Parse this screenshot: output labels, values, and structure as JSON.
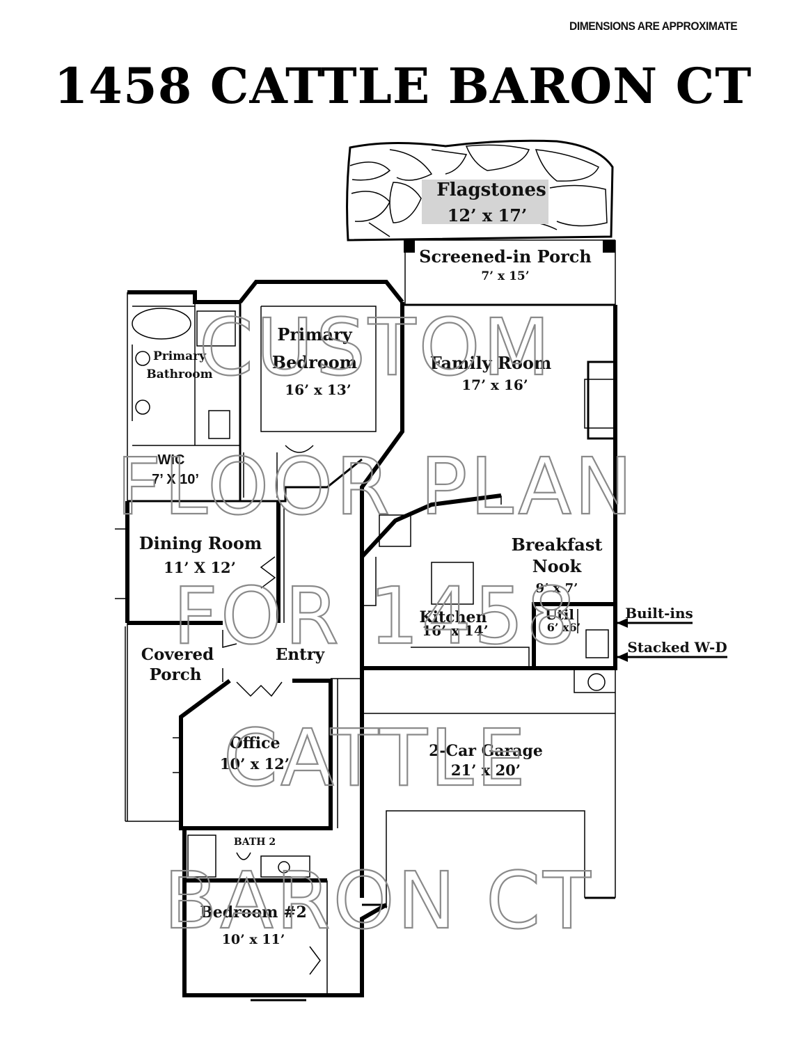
{
  "header": {
    "disclaimer": "DIMENSIONS ARE APPROXIMATE",
    "title": "1458 CATTLE BARON CT"
  },
  "rooms": {
    "flagstones": {
      "name": "Flagstones",
      "size": "12’ x 17’"
    },
    "screened_porch": {
      "name": "Screened-in Porch",
      "size": "7’ x 15’"
    },
    "primary_bathroom": {
      "name_line1": "Primary",
      "name_line2": "Bathroom"
    },
    "primary_bedroom": {
      "name_line1": "Primary",
      "name_line2": "Bedroom",
      "size": "16’ x 13’"
    },
    "family_room": {
      "name": "Family Room",
      "size": "17’ x 16’"
    },
    "wic": {
      "name": "WIC",
      "size": "7’ X 10’"
    },
    "dining_room": {
      "name": "Dining Room",
      "size": "11’ X 12’"
    },
    "breakfast_nook": {
      "name_line1": "Breakfast",
      "name_line2": "Nook",
      "size": "9’ x 7’"
    },
    "kitchen": {
      "name": "Kitchen",
      "size": "16’ x 14’"
    },
    "util": {
      "name": "Util",
      "size": "6’ x6’"
    },
    "covered_porch": {
      "name_line1": "Covered",
      "name_line2": "Porch"
    },
    "entry": {
      "name": "Entry"
    },
    "office": {
      "name": "Office",
      "size": "10’ x 12’"
    },
    "garage": {
      "name": "2-Car Garage",
      "size": "21’ x 20’"
    },
    "bath2": {
      "name": "BATH 2"
    },
    "bedroom2": {
      "name": "Bedroom #2",
      "size": "10’ x 11’"
    }
  },
  "callouts": {
    "builtins": "Built-ins",
    "stacked_wd": "Stacked W-D"
  },
  "watermark": {
    "line1": "CUSTOM",
    "line2": "FLOOR PLAN",
    "line3": "FOR 1458",
    "line4": "CATTLE",
    "line5": "BARON CT"
  }
}
